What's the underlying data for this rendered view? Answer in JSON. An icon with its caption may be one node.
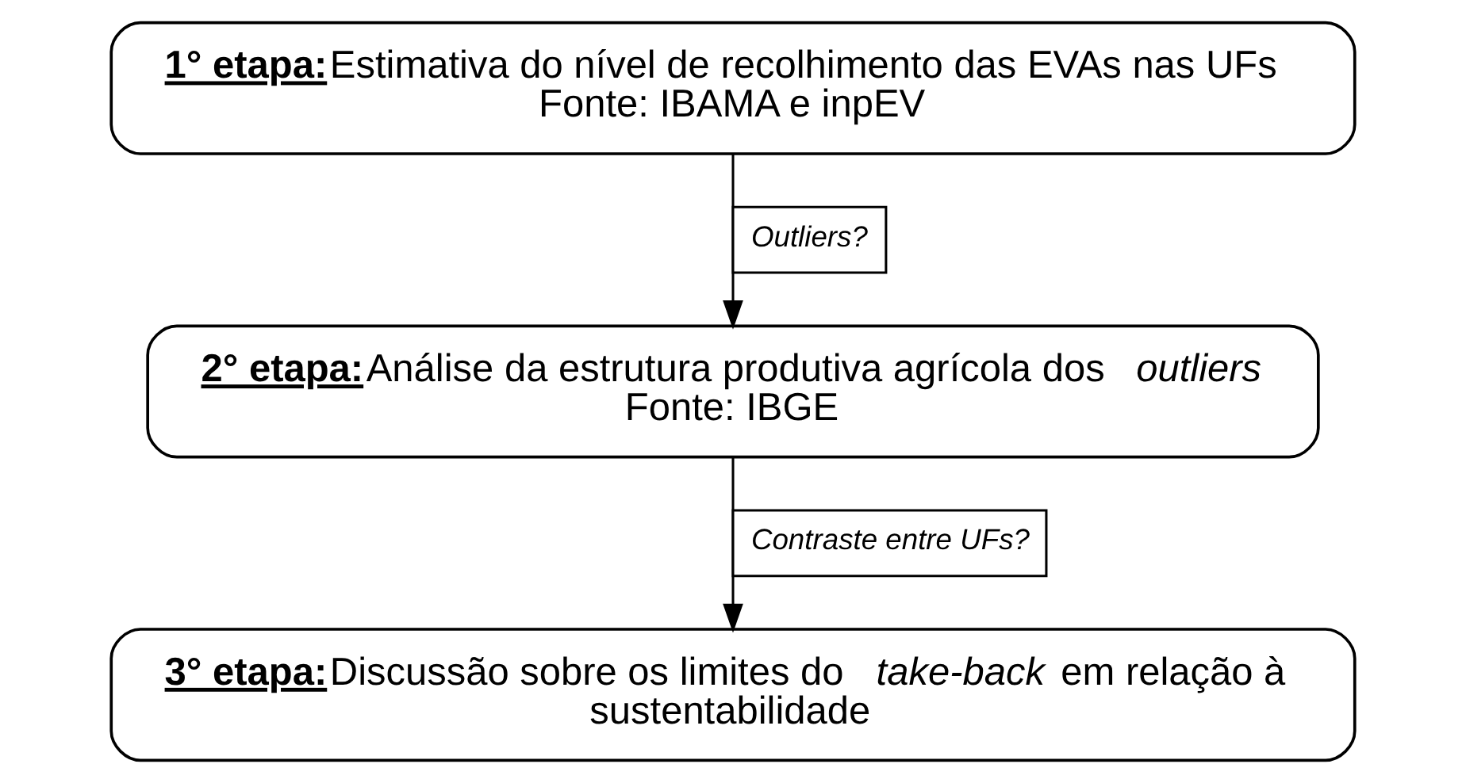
{
  "diagram": {
    "nodes": [
      {
        "text": [
          "1° etapa:",
          "Estimativa do nível de recolhimento das EVAs nas UFs",
          "Fonte: IBAMA e inpEV"
        ]
      },
      {
        "text": [
          "2° etapa:",
          "Análise da estrutura produtiva agrícola dos *outliers*",
          "Fonte: IBGE"
        ]
      },
      {
        "text": [
          "3° etapa:",
          "Discussão sobre os limites do *take-back* em relação à sustentabilidade"
        ]
      }
    ],
    "edges": [
      {
        "from": 0,
        "to": 1,
        "arrow": "to",
        "label": "Outliers?"
      },
      {
        "from": 1,
        "to": 2,
        "arrow": "to",
        "label": "Contraste entre UFs?"
      }
    ]
  }
}
